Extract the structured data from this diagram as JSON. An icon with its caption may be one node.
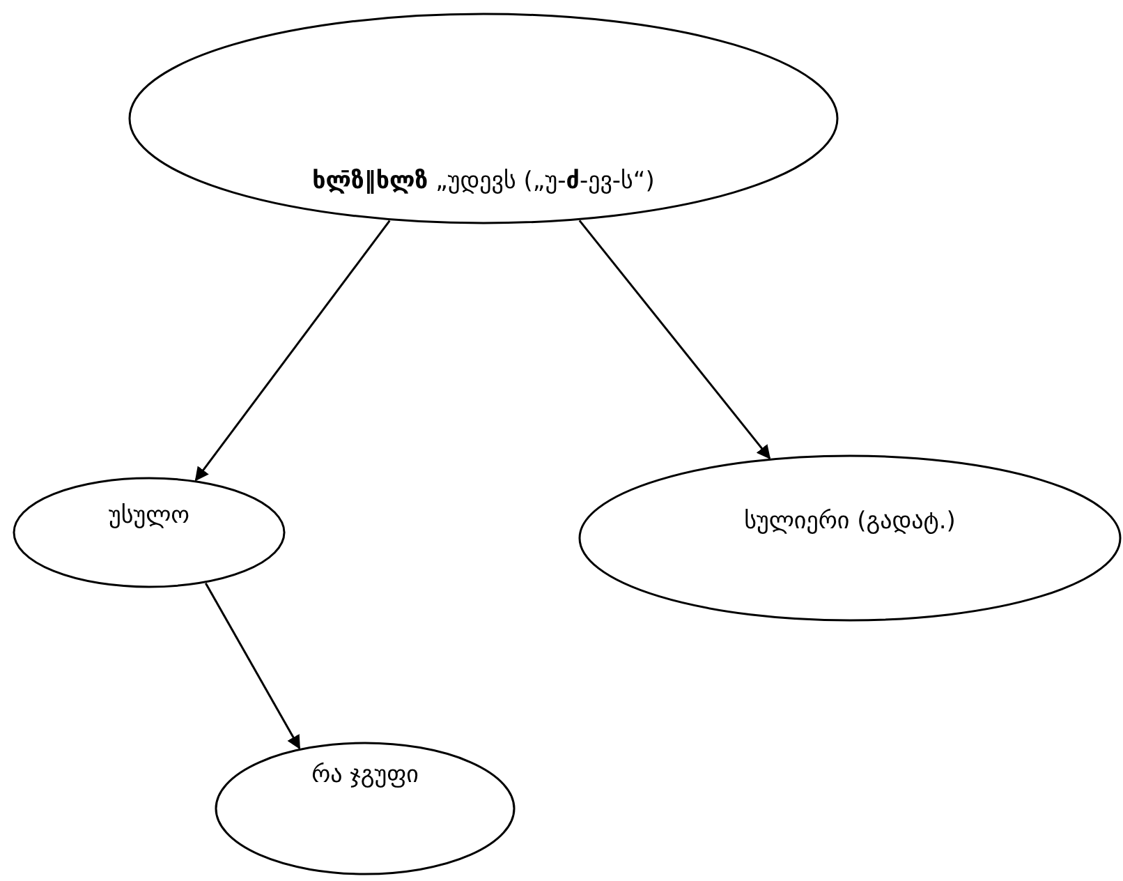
{
  "diagram": {
    "nodes": [
      {
        "text": [
          "**ხლ̄ზ‖ხლზ** „უდევს („უ-**ძ**-ევ-ს“)"
        ]
      },
      {
        "text": [
          "უსულო"
        ]
      },
      {
        "text": [
          "სულიერი (გადატ.)"
        ]
      },
      {
        "text": [
          "რა ჯგუფი"
        ]
      }
    ],
    "edges": [
      {
        "from": 0,
        "to": 1,
        "arrow": "to"
      },
      {
        "from": 0,
        "to": 2,
        "arrow": "to"
      },
      {
        "from": 1,
        "to": 3,
        "arrow": "to"
      }
    ]
  }
}
